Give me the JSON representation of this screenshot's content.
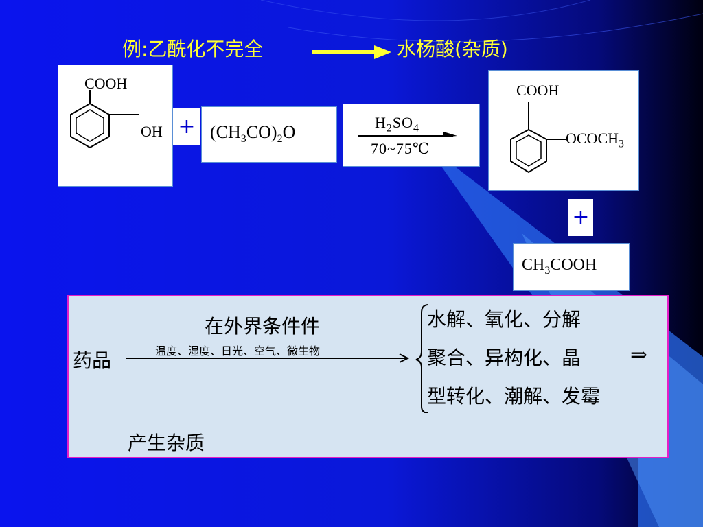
{
  "title": {
    "left": "例:乙酰化不完全",
    "right": "水杨酸(杂质)"
  },
  "reactant1": {
    "cooh": "COOH",
    "oh": "OH"
  },
  "plus_sign": "+",
  "anhydride": {
    "a": "(CH",
    "b": "3",
    "c": "CO)",
    "d": "2",
    "e": "O"
  },
  "conditions": {
    "catalyst": {
      "a": "H",
      "b": "2",
      "c": "SO",
      "d": "4"
    },
    "temperature": "70~75℃"
  },
  "product": {
    "cooh": "COOH",
    "ococh": "OCOCH",
    "ococh_sub": "3"
  },
  "byproduct": {
    "a": "CH",
    "b": "3",
    "c": "COOH"
  },
  "degradation": {
    "drug": "药品",
    "external": "在外界条件件",
    "factors": "温度、湿度、日光、空气、微生物",
    "result": "产生杂质",
    "processes": [
      "水解、氧化、分解",
      "聚合、异构化、晶",
      "型转化、潮解、发霉"
    ],
    "implies": "⇒"
  },
  "colors": {
    "title": "#ffff33",
    "arrow": "#ffff33",
    "box_border": "#e61ec8",
    "background": "#0b16e6"
  }
}
